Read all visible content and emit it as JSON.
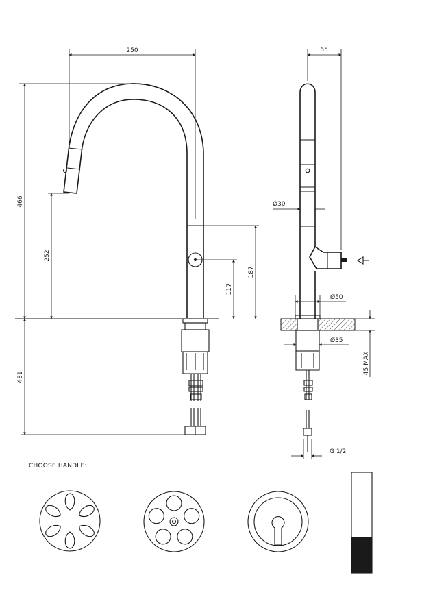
{
  "dimensions": {
    "spout_reach": "250",
    "side_offset": "65",
    "total_height": "466",
    "spout_outlet_height": "252",
    "handle_center_height": "117",
    "body_joint_height": "187",
    "below_deck": "481",
    "diameter_body": "Ø30",
    "diameter_base": "Ø50",
    "diameter_shank": "Ø35",
    "deck_thickness": "45 MAX",
    "connection": "G 1/2"
  },
  "handles_section": {
    "title": "CHOOSE HANDLE:",
    "options": [
      "petal-knob-handle",
      "ring-hole-knob-handle",
      "keyhole-disc-handle",
      "lever-bar-handle"
    ]
  }
}
